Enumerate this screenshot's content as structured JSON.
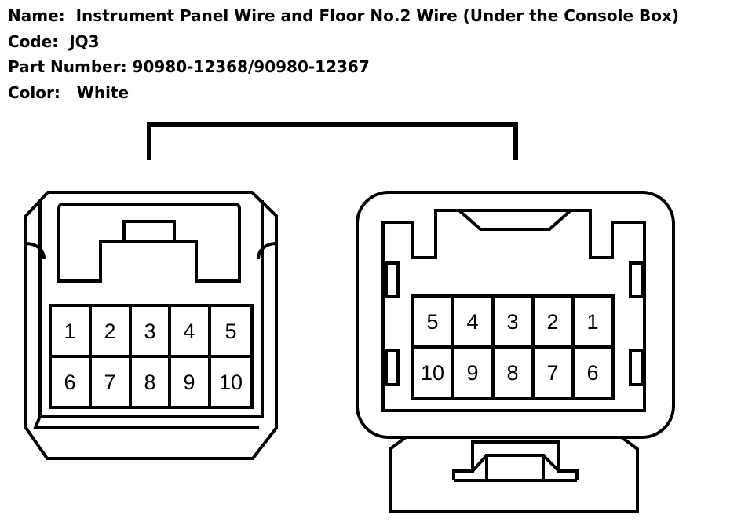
{
  "header": {
    "name_label": "Name:",
    "name_value": "Instrument Panel Wire and Floor No.2 Wire (Under the Console Box)",
    "code_label": "Code:",
    "code_value": "JQ3",
    "part_label": "Part Number:",
    "part_value": "90980-12368/90980-12367",
    "color_label": "Color:",
    "color_value": "White"
  },
  "left_connector": {
    "pins_top": [
      "1",
      "2",
      "3",
      "4",
      "5"
    ],
    "pins_bottom": [
      "6",
      "7",
      "8",
      "9",
      "10"
    ]
  },
  "right_connector": {
    "pins_top": [
      "5",
      "4",
      "3",
      "2",
      "1"
    ],
    "pins_bottom": [
      "10",
      "9",
      "8",
      "7",
      "6"
    ]
  }
}
